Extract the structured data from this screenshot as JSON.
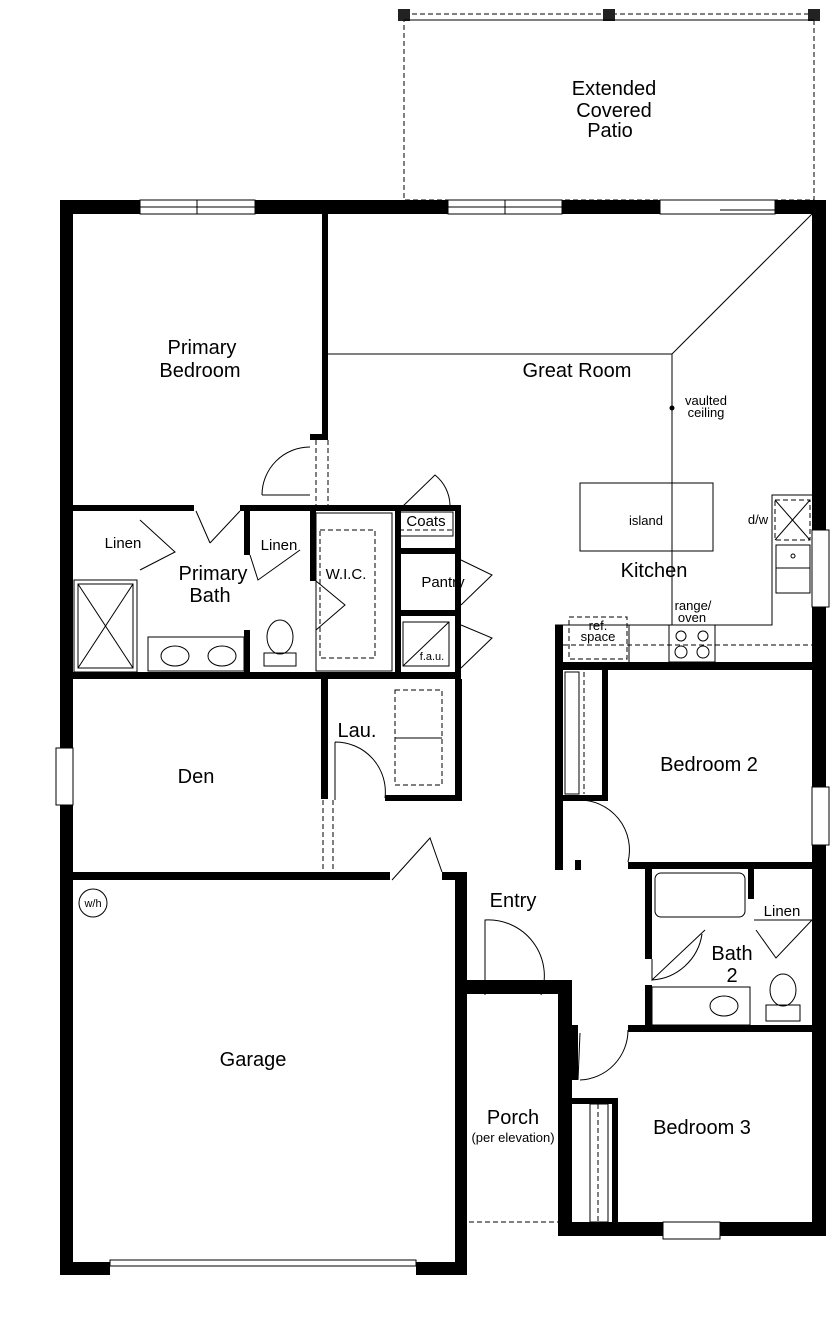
{
  "plan": {
    "rooms": {
      "patio": [
        "Extended",
        "Covered",
        "Patio"
      ],
      "primary_bedroom": [
        "Primary",
        "Bedroom"
      ],
      "great_room": "Great Room",
      "vaulted_ceiling": [
        "vaulted",
        "ceiling"
      ],
      "linen_1": "Linen",
      "linen_2": "Linen",
      "linen_3": "Linen",
      "primary_bath": [
        "Primary",
        "Bath"
      ],
      "wic": "W.I.C.",
      "coats": "Coats",
      "pantry": "Pantry",
      "fau": "f.a.u.",
      "island": "island",
      "dw": "d/w",
      "kitchen": "Kitchen",
      "range_oven": [
        "range/",
        "oven"
      ],
      "ref_space": [
        "ref.",
        "space"
      ],
      "den": "Den",
      "laundry": "Lau.",
      "bedroom_2": "Bedroom 2",
      "wh": "w/h",
      "entry": "Entry",
      "bath_2": [
        "Bath",
        "2"
      ],
      "garage": "Garage",
      "porch": "Porch",
      "porch_note": "(per elevation)",
      "bedroom_3": "Bedroom 3"
    }
  }
}
